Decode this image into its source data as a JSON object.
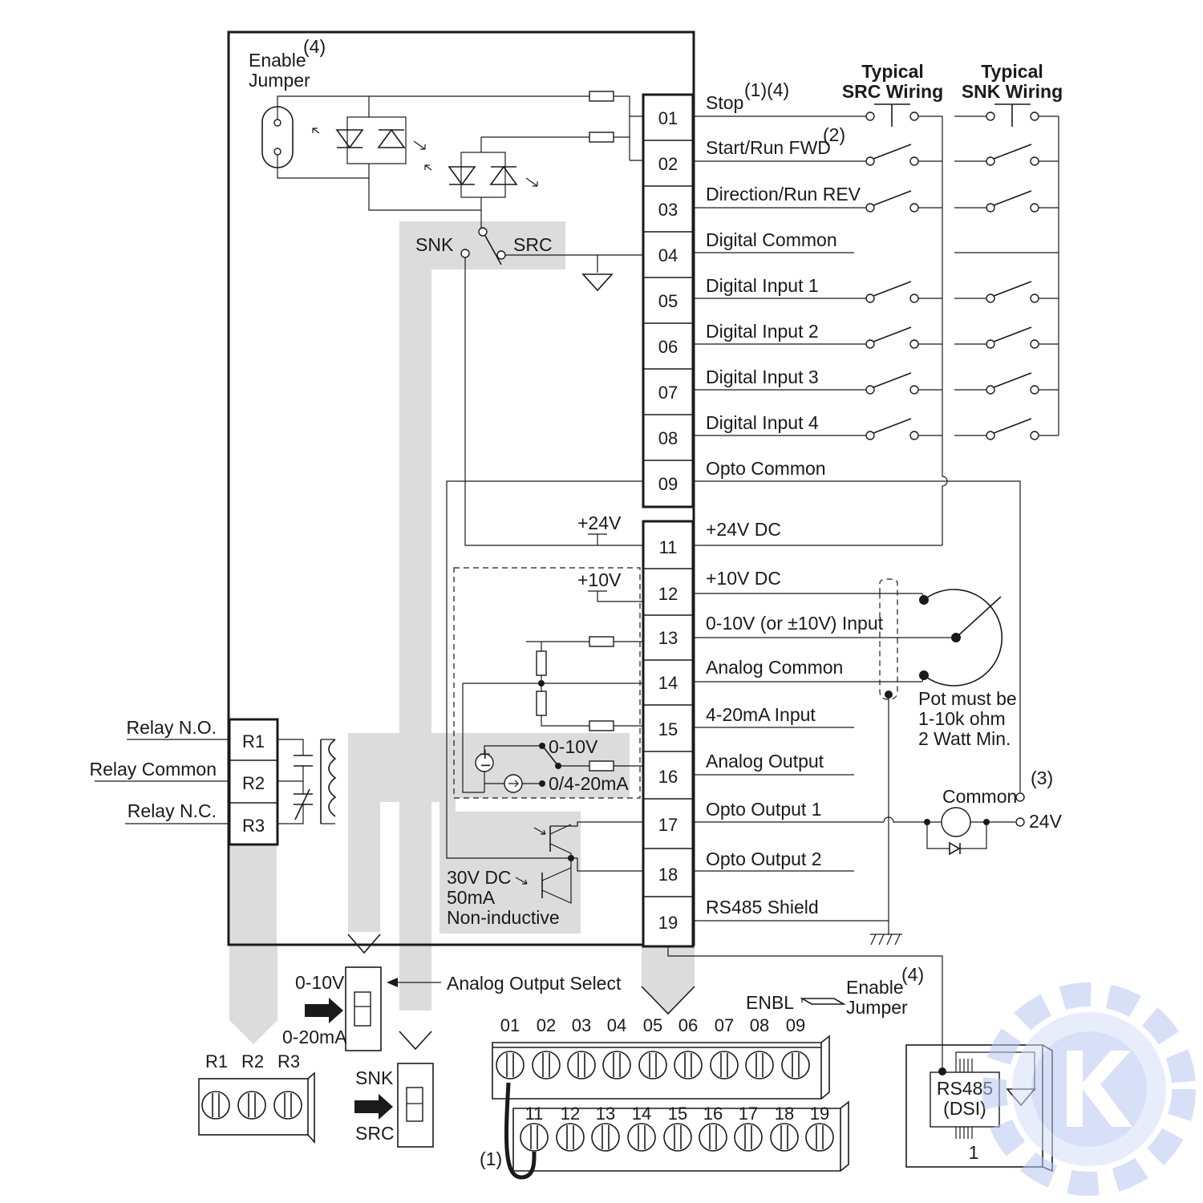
{
  "enable_jumper": {
    "label_line1": "Enable",
    "label_line2": "Jumper",
    "note": "(4)"
  },
  "switch_labels": {
    "snk": "SNK",
    "src": "SRC"
  },
  "typical_src": {
    "line1": "Typical",
    "line2": "SRC Wiring"
  },
  "typical_snk": {
    "line1": "Typical",
    "line2": "SNK Wiring"
  },
  "terminals_upper": [
    "01",
    "02",
    "03",
    "04",
    "05",
    "06",
    "07",
    "08",
    "09"
  ],
  "terminals_lower": [
    "11",
    "12",
    "13",
    "14",
    "15",
    "16",
    "17",
    "18",
    "19"
  ],
  "terminal_labels": {
    "t01": "Stop",
    "t01_note": "(1)(4)",
    "t02": "Start/Run FWD",
    "t02_note": "(2)",
    "t03": "Direction/Run REV",
    "t04": "Digital Common",
    "t05": "Digital Input 1",
    "t06": "Digital Input 2",
    "t07": "Digital Input 3",
    "t08": "Digital Input 4",
    "t09": "Opto Common",
    "t11": "+24V DC",
    "t12": "+10V DC",
    "t13": "0-10V (or ±10V) Input",
    "t14": "Analog Common",
    "t15": "4-20mA Input",
    "t16": "Analog Output",
    "t17": "Opto Output 1",
    "t18": "Opto Output 2",
    "t19": "RS485 Shield"
  },
  "internal": {
    "v24": "+24V",
    "v10": "+10V",
    "ao_v": "0-10V",
    "ao_ma": "0/4-20mA",
    "opto_line1": "30V DC",
    "opto_line2": "50mA",
    "opto_line3": "Non-inductive"
  },
  "relays": {
    "labels": [
      "R1",
      "R2",
      "R3"
    ],
    "no": "Relay N.O.",
    "common": "Relay Common",
    "nc": "Relay N.C."
  },
  "pot": {
    "line1": "Pot must be",
    "line2": "1-10k ohm",
    "line3": "2 Watt Min."
  },
  "opto_load": {
    "common": "Common",
    "note": "(3)",
    "v24": "24V"
  },
  "analog_select": {
    "v": "0-10V",
    "ma": "0-20mA",
    "label": "Analog Output Select"
  },
  "snk_src_switch": {
    "snk": "SNK",
    "src": "SRC"
  },
  "enbl": {
    "text": "ENBL",
    "line1": "Enable",
    "line2": "Jumper",
    "note": "(4)"
  },
  "rs485": {
    "line1": "RS485",
    "line2": "(DSI)",
    "pin": "1"
  },
  "jumper_note": "(1)"
}
